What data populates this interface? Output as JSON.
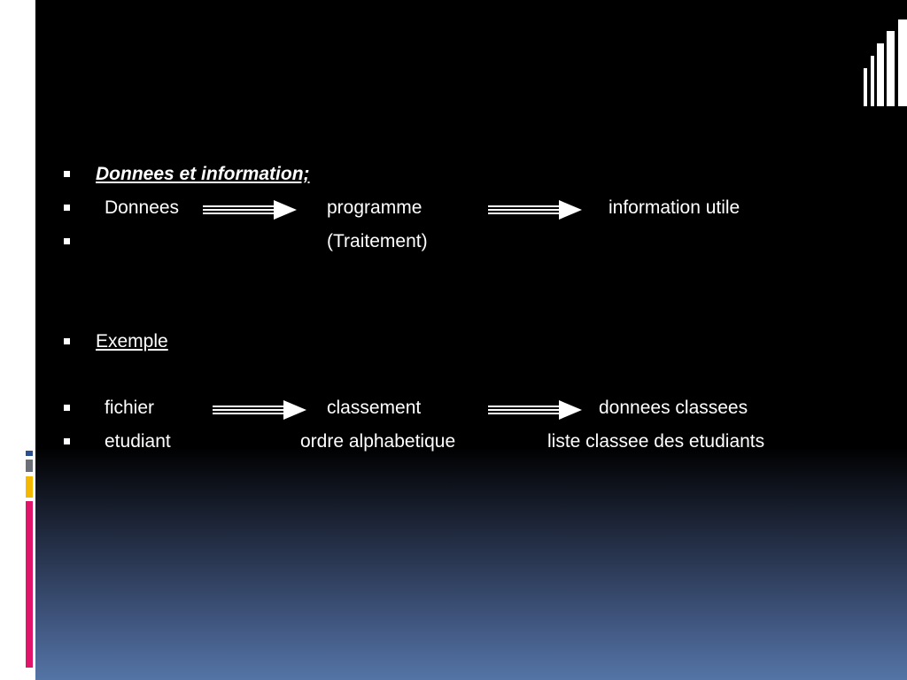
{
  "slide": {
    "section1": {
      "heading": "Donnees et information;",
      "flow": {
        "input": "Donnees",
        "process": "programme",
        "output": "information utile"
      },
      "process_note": "(Traitement)"
    },
    "section2": {
      "heading": "Exemple",
      "flow": {
        "input": "fichier",
        "process": "classement",
        "output": "donnees classees"
      },
      "example": {
        "input": "etudiant",
        "process": "ordre alphabetique",
        "output": "liste classee des etudiants"
      }
    }
  },
  "colors": {
    "background_top": "#000000",
    "background_bottom": "#5474a6",
    "text": "#ffffff",
    "accent_pink": "#e0156a",
    "accent_yellow": "#f5b800",
    "accent_blue": "#2c4f8f"
  },
  "icons": [
    "double-line-arrow-icon",
    "square-bullet-icon"
  ]
}
